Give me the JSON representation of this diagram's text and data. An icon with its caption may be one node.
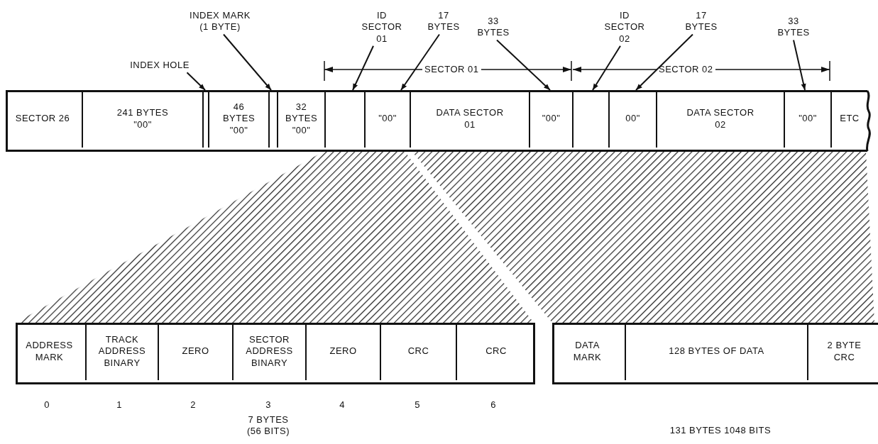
{
  "diagram": {
    "nodes": [
      {
        "text": [],
        "shape": "box"
      },
      {
        "text": [
          "SECTOR 26"
        ],
        "in": 0
      },
      {
        "text": [
          "241 BYTES \"00\""
        ],
        "in": 0
      },
      {
        "text": [],
        "shape": "box",
        "in": 0
      },
      {
        "text": [
          "46 BYTES \"00\""
        ],
        "in": 0
      },
      {
        "text": [],
        "shape": "box",
        "in": 0
      },
      {
        "text": [
          "32 BYTES \"00\""
        ],
        "in": 0
      },
      {
        "text": [],
        "shape": "box",
        "in": 0
      },
      {
        "text": [
          "\"00\""
        ],
        "in": 0
      },
      {
        "text": [
          "DATA SECTOR 01"
        ],
        "in": 0
      },
      {
        "text": [
          "\"00\""
        ],
        "in": 0
      },
      {
        "text": [],
        "shape": "box",
        "in": 0
      },
      {
        "text": [
          "00\""
        ],
        "in": 0
      },
      {
        "text": [
          "DATA SECTOR 02"
        ],
        "in": 0
      },
      {
        "text": [
          "\"00\""
        ],
        "in": 0
      },
      {
        "text": [
          "ETC"
        ],
        "in": 0
      },
      {
        "text": [],
        "shape": "box"
      },
      {
        "text": [
          "ADDRESS MARK"
        ],
        "in": 16
      },
      {
        "text": [
          "TRACK ADDRESS BINARY"
        ],
        "in": 16
      },
      {
        "text": [
          "ZERO"
        ],
        "in": 16
      },
      {
        "text": [
          "SECTOR ADDRESS BINARY"
        ],
        "in": 16
      },
      {
        "text": [
          "ZERO"
        ],
        "in": 16
      },
      {
        "text": [
          "CRC"
        ],
        "in": 16
      },
      {
        "text": [
          "CRC"
        ],
        "in": 16
      },
      {
        "text": [],
        "shape": "box"
      },
      {
        "text": [
          "DATA MARK"
        ],
        "in": 24
      },
      {
        "text": [
          "128 BYTES OF DATA"
        ],
        "in": 24
      },
      {
        "text": [
          "2 BYTE CRC"
        ],
        "in": 24
      },
      {
        "text": [
          "INDEX MARK (1 BYTE)"
        ]
      },
      {
        "text": [
          "ID SECTOR 01"
        ]
      },
      {
        "text": [
          "17 BYTES"
        ]
      },
      {
        "text": [
          "33 BYTES"
        ]
      },
      {
        "text": [
          "ID SECTOR 02"
        ]
      },
      {
        "text": [
          "17 BYTES"
        ]
      },
      {
        "text": [
          "33 BYTES"
        ]
      },
      {
        "text": [
          "INDEX HOLE"
        ]
      }
    ],
    "edges": [
      {
        "from": 35,
        "to": 3,
        "arrow": "to"
      },
      {
        "from": 28,
        "to": 5,
        "arrow": "to"
      },
      {
        "from": 29,
        "to": 7,
        "arrow": "to"
      },
      {
        "from": 30,
        "to": 8,
        "arrow": "to"
      },
      {
        "from": 31,
        "to": 10,
        "arrow": "to"
      },
      {
        "from": 32,
        "to": 11,
        "arrow": "to"
      },
      {
        "from": 33,
        "to": 12,
        "arrow": "to"
      },
      {
        "from": 34,
        "to": 14,
        "arrow": "to"
      }
    ],
    "labels": [
      "SECTOR 01",
      "SECTOR 02",
      "0",
      "1",
      "2",
      "3",
      "4",
      "5",
      "6",
      "7 BYTES (56 BITS)",
      "131 BYTES 1048 BITS"
    ]
  }
}
